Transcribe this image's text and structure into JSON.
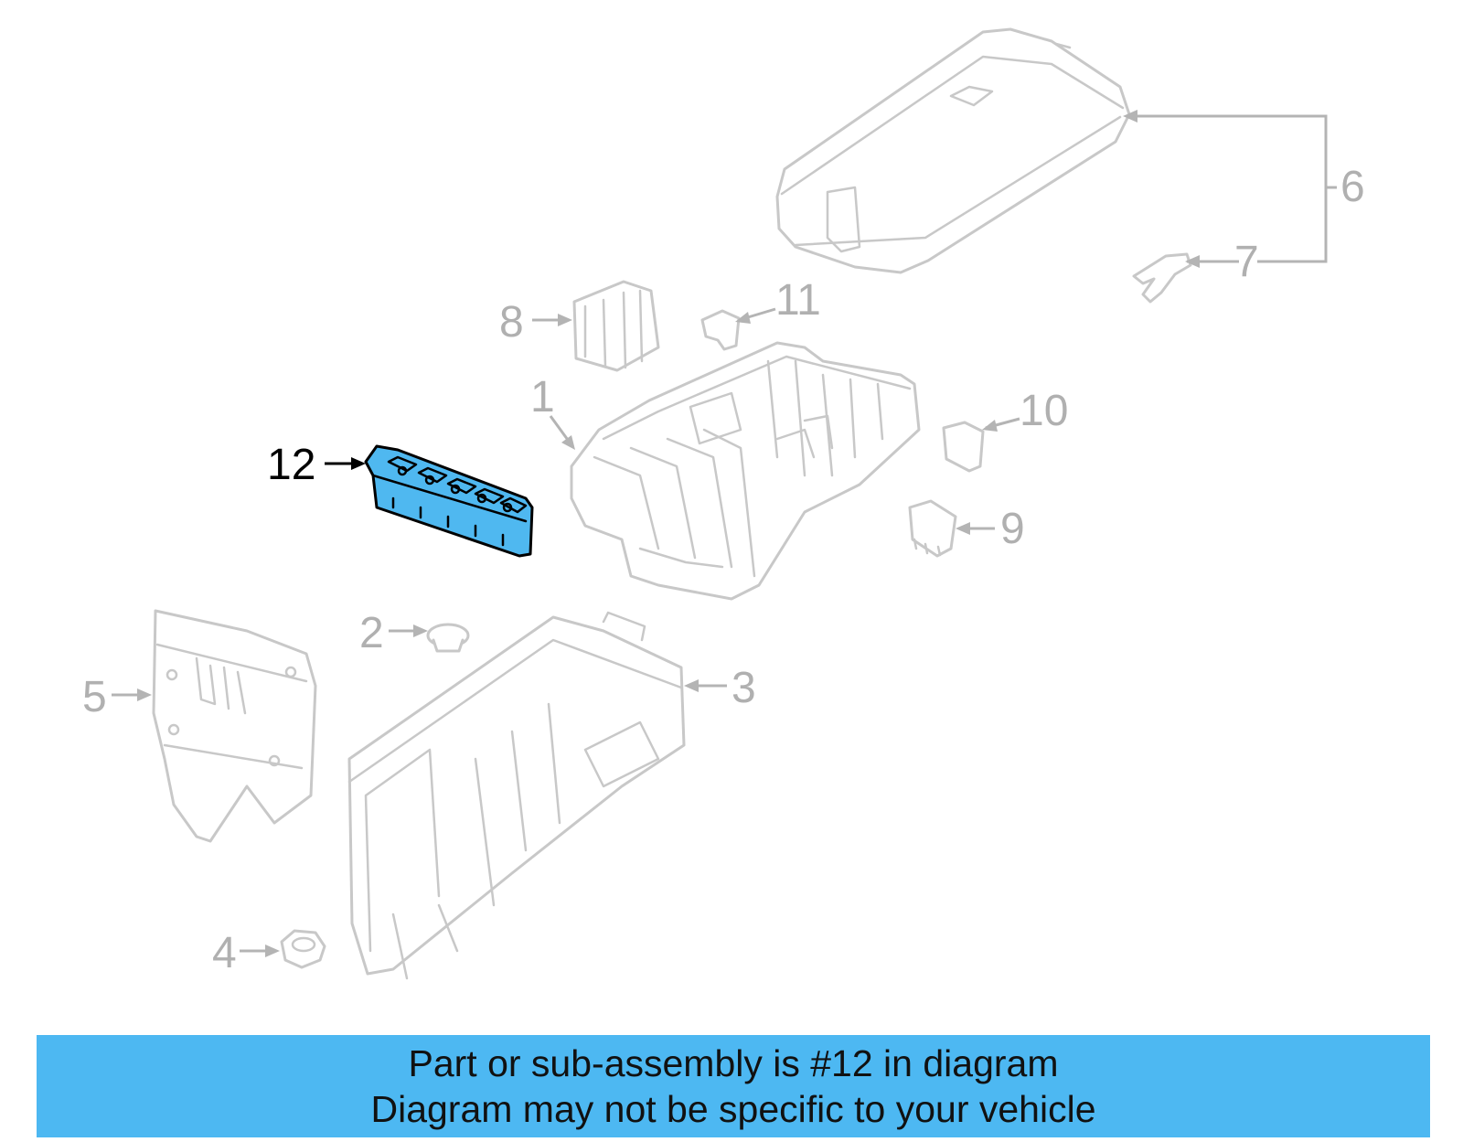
{
  "diagram": {
    "callouts": [
      "1",
      "2",
      "3",
      "4",
      "5",
      "6",
      "7",
      "8",
      "9",
      "10",
      "11",
      "12"
    ],
    "highlighted_callout": "12",
    "colors": {
      "highlight_fill": "#4fb8f0",
      "part_outline": "#c8c8c8",
      "callout_text": "#b0b0b0",
      "highlight_outline": "#000000"
    }
  },
  "banner": {
    "line1": "Part or sub-assembly is #12 in diagram",
    "line2": "Diagram may not be specific to your vehicle",
    "background": "#4db8f2"
  }
}
